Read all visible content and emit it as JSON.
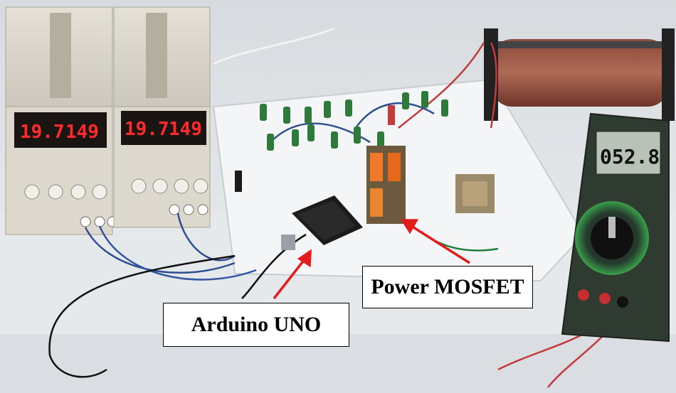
{
  "labels": {
    "mosfet": "Power MOSFET",
    "arduino": "Arduino UNO"
  },
  "psu_left": {
    "voltage": "19.7",
    "current": "149"
  },
  "psu_right": {
    "voltage": "19.7",
    "current": "149"
  },
  "multimeter": {
    "reading": "052.8"
  },
  "colors": {
    "arrow": "#e31b1b",
    "display_red": "#ff2b2b",
    "board": "#f3f4f6",
    "bench": "#e9ecef"
  }
}
